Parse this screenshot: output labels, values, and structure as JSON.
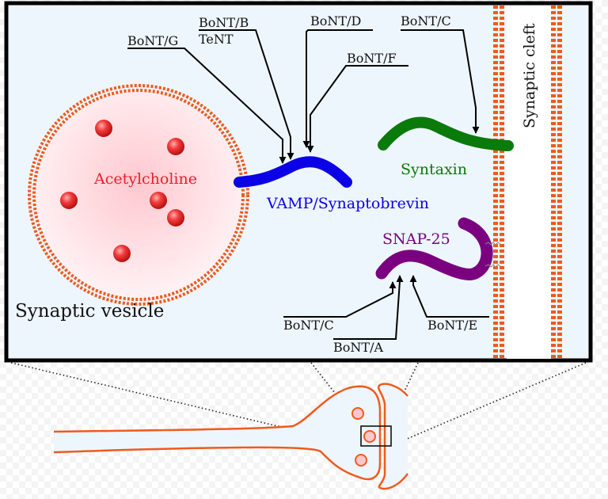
{
  "diagram": {
    "title_elements": {
      "vesicle_label": "Synaptic vesicle",
      "neurotransmitter_label": "Acetylcholine",
      "cleft_label": "Synaptic cleft"
    },
    "proteins": {
      "vamp": {
        "label": "VAMP/Synaptobrevin",
        "color": "#0b00e6"
      },
      "syntaxin": {
        "label": "Syntaxin",
        "color": "#0a7a0a"
      },
      "snap25": {
        "label": "SNAP-25",
        "color": "#7a0080"
      }
    },
    "toxins": {
      "bont_g": "BoNT/G",
      "bont_b": "BoNT/B",
      "tent": "TeNT",
      "bont_d": "BoNT/D",
      "bont_f": "BoNT/F",
      "bont_c_syntaxin": "BoNT/C",
      "bont_c_snap25": "BoNT/C",
      "bont_a": "BoNT/A",
      "bont_e": "BoNT/E"
    },
    "targets": [
      {
        "toxin": "BoNT/G",
        "target": "VAMP/Synaptobrevin"
      },
      {
        "toxin": "BoNT/B",
        "target": "VAMP/Synaptobrevin"
      },
      {
        "toxin": "TeNT",
        "target": "VAMP/Synaptobrevin"
      },
      {
        "toxin": "BoNT/D",
        "target": "VAMP/Synaptobrevin"
      },
      {
        "toxin": "BoNT/F",
        "target": "VAMP/Synaptobrevin"
      },
      {
        "toxin": "BoNT/C",
        "target": "Syntaxin"
      },
      {
        "toxin": "BoNT/C",
        "target": "SNAP-25"
      },
      {
        "toxin": "BoNT/A",
        "target": "SNAP-25"
      },
      {
        "toxin": "BoNT/E",
        "target": "SNAP-25"
      }
    ],
    "colors": {
      "membrane": "#f05a1e",
      "panel_background": "#eef6fd",
      "acetylcholine": "#e8202a",
      "neuron_outline": "#f05a1e"
    }
  }
}
